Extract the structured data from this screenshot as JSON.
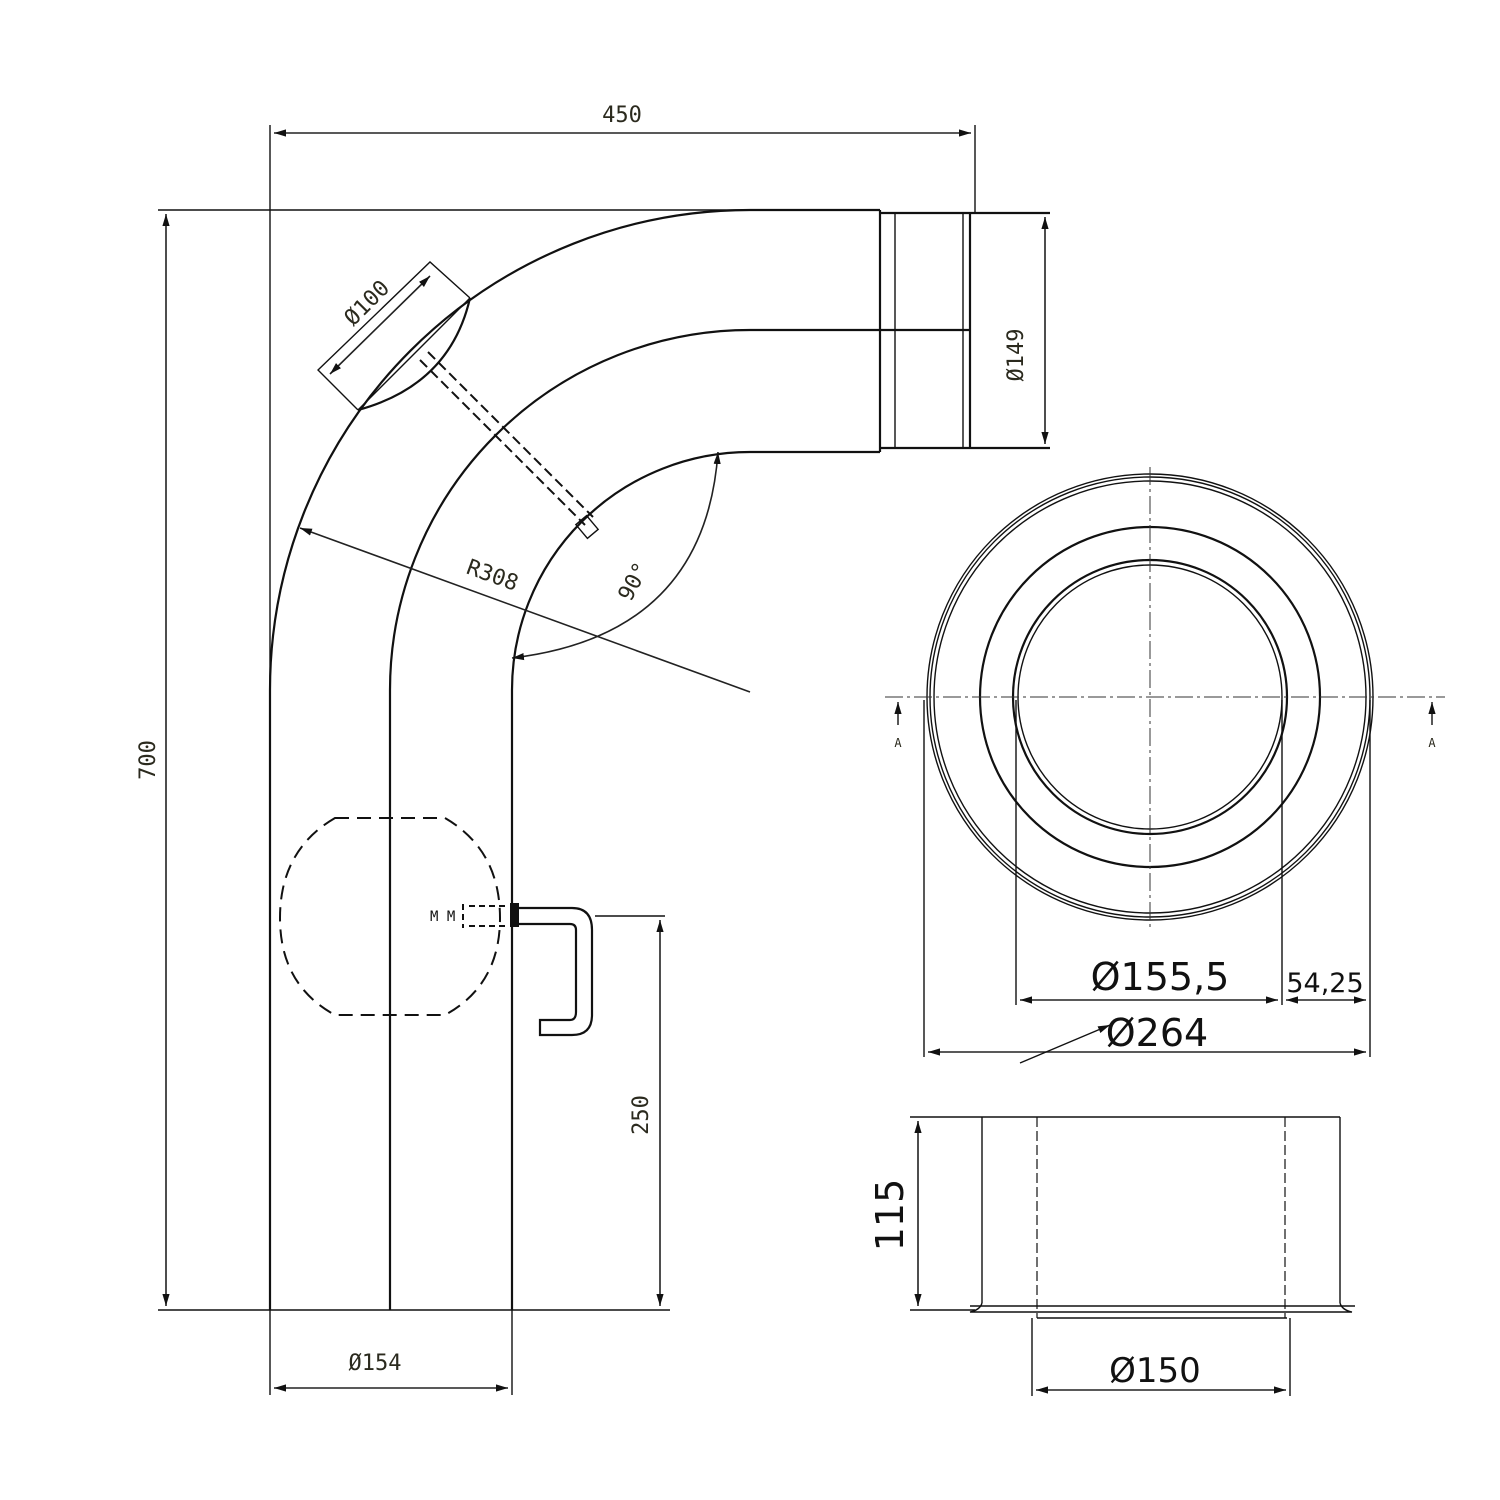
{
  "side_view": {
    "dim_width": "450",
    "dim_height": "700",
    "dim_outlet_diameter": "Ø149",
    "dim_inlet_diameter": "Ø154",
    "dim_cleanout_diameter": "Ø100",
    "dim_radius": "R308",
    "dim_angle": "90°",
    "dim_handle_height": "250"
  },
  "top_view": {
    "section_marker_left": "A",
    "section_marker_right": "A",
    "dim_inner_diameter": "Ø155,5",
    "dim_flange_width": "54,25",
    "dim_outer_diameter": "Ø264"
  },
  "section_view": {
    "dim_height": "115",
    "dim_diameter": "Ø150"
  }
}
